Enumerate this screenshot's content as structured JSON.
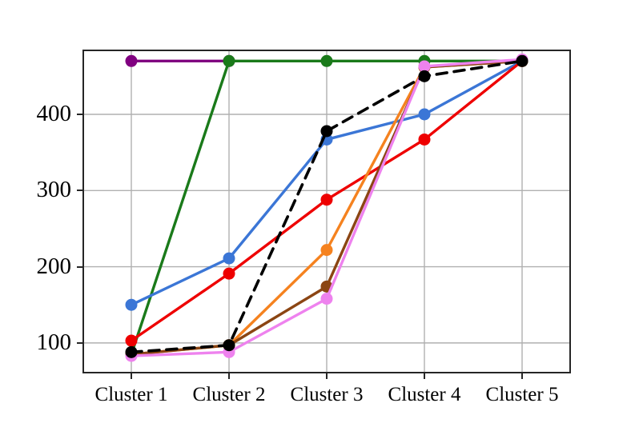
{
  "chart_data": {
    "type": "line",
    "title": "",
    "xlabel": "",
    "ylabel": "",
    "categories": [
      "Cluster 1",
      "Cluster 2",
      "Cluster 3",
      "Cluster 4",
      "Cluster 5"
    ],
    "xtick_labels": [
      "Cluster 1",
      "Cluster 2",
      "Cluster 3",
      "Cluster 4",
      "Cluster 5"
    ],
    "ytick_labels": [
      "100",
      "200",
      "300",
      "400"
    ],
    "yticks": [
      100,
      200,
      300,
      400
    ],
    "ylim": [
      60,
      485
    ],
    "xlim": [
      0.5,
      5.5
    ],
    "grid": true,
    "legend": "none",
    "series": [
      {
        "name": "purple",
        "color": "#800080",
        "linestyle": "solid",
        "marker": "circle",
        "x": [
          "Cluster 1",
          "Cluster 2"
        ],
        "values": [
          470,
          470
        ]
      },
      {
        "name": "green",
        "color": "#1a7a1a",
        "linestyle": "solid",
        "marker": "circle",
        "x": [
          "Cluster 1",
          "Cluster 2",
          "Cluster 3",
          "Cluster 4",
          "Cluster 5"
        ],
        "values": [
          85,
          470,
          470,
          470,
          470
        ]
      },
      {
        "name": "blue",
        "color": "#3b76d6",
        "linestyle": "solid",
        "marker": "circle",
        "x": [
          "Cluster 1",
          "Cluster 2",
          "Cluster 3",
          "Cluster 4",
          "Cluster 5"
        ],
        "values": [
          150,
          211,
          367,
          400,
          470
        ]
      },
      {
        "name": "red",
        "color": "#ee0000",
        "linestyle": "solid",
        "marker": "circle",
        "x": [
          "Cluster 1",
          "Cluster 2",
          "Cluster 3",
          "Cluster 4",
          "Cluster 5"
        ],
        "values": [
          103,
          191,
          288,
          367,
          470
        ]
      },
      {
        "name": "orange",
        "color": "#f5821f",
        "linestyle": "solid",
        "marker": "circle",
        "x": [
          "Cluster 1",
          "Cluster 2",
          "Cluster 3",
          "Cluster 4",
          "Cluster 5"
        ],
        "values": [
          85,
          97,
          222,
          462,
          470
        ]
      },
      {
        "name": "brown",
        "color": "#8b4513",
        "linestyle": "solid",
        "marker": "circle",
        "x": [
          "Cluster 1",
          "Cluster 2",
          "Cluster 3",
          "Cluster 4",
          "Cluster 5"
        ],
        "values": [
          85,
          97,
          174,
          462,
          470
        ]
      },
      {
        "name": "violet",
        "color": "#ee82ee",
        "linestyle": "solid",
        "marker": "circle",
        "x": [
          "Cluster 1",
          "Cluster 2",
          "Cluster 3",
          "Cluster 4",
          "Cluster 5"
        ],
        "values": [
          83,
          88,
          158,
          463,
          472
        ]
      },
      {
        "name": "black-dashed",
        "color": "#000000",
        "linestyle": "dashed",
        "marker": "circle",
        "x": [
          "Cluster 1",
          "Cluster 2",
          "Cluster 3",
          "Cluster 4",
          "Cluster 5"
        ],
        "values": [
          88,
          97,
          378,
          450,
          470
        ]
      }
    ]
  },
  "axes": {
    "grid_color": "#b0b0b0",
    "frame_color": "#262626",
    "background": "#ffffff"
  }
}
